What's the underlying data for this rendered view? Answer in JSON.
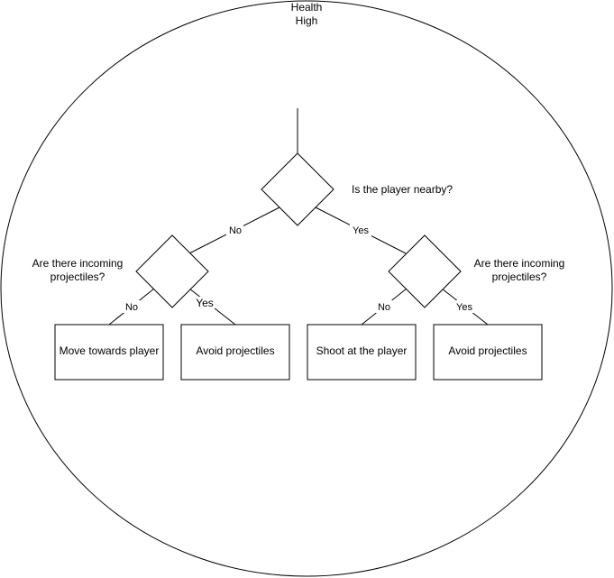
{
  "container": {
    "title_line1": "Health",
    "title_line2": "High"
  },
  "root_question": {
    "text": "Is the player nearby?"
  },
  "left_question": {
    "line1": "Are there incoming",
    "line2": "projectiles?"
  },
  "right_question": {
    "line1": "Are there incoming",
    "line2": "projectiles?"
  },
  "edges": {
    "root_no": "No",
    "root_yes": "Yes",
    "left_no": "No",
    "left_yes": "Yes",
    "right_no": "No",
    "right_yes": "Yes"
  },
  "actions": {
    "move_towards_player": "Move towards player",
    "avoid_projectiles_left": "Avoid projectiles",
    "shoot_at_player": "Shoot at the player",
    "avoid_projectiles_right": "Avoid projectiles"
  },
  "colors": {
    "stroke": "#000000",
    "fill": "#ffffff",
    "text": "#000000"
  }
}
